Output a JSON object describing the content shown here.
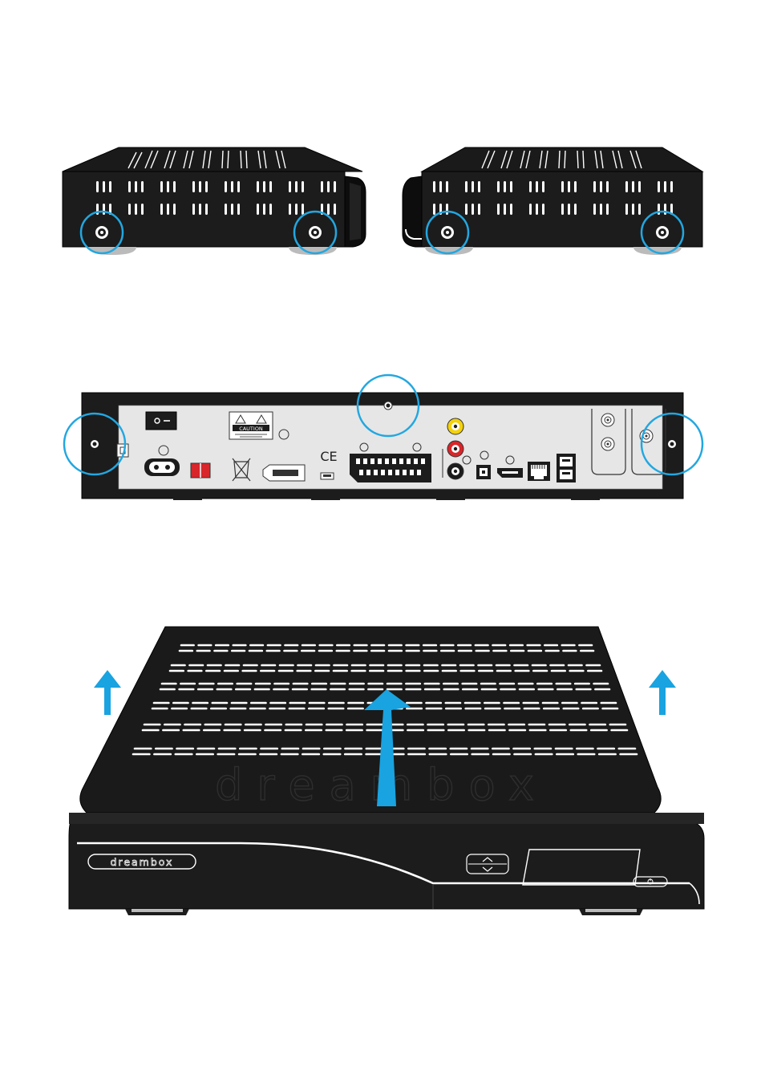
{
  "rear_panel": {
    "caution_label": "CAUTION",
    "ce_mark": "CE"
  },
  "front_panel": {
    "brand_logo": "dreambox"
  },
  "colors": {
    "highlight": "#22a7e0",
    "body": "#1c1c1c",
    "panel": "#e6e6e6",
    "arrow": "#19a3e0",
    "rca_yellow": "#f4d20b",
    "rca_red": "#d8262a"
  }
}
